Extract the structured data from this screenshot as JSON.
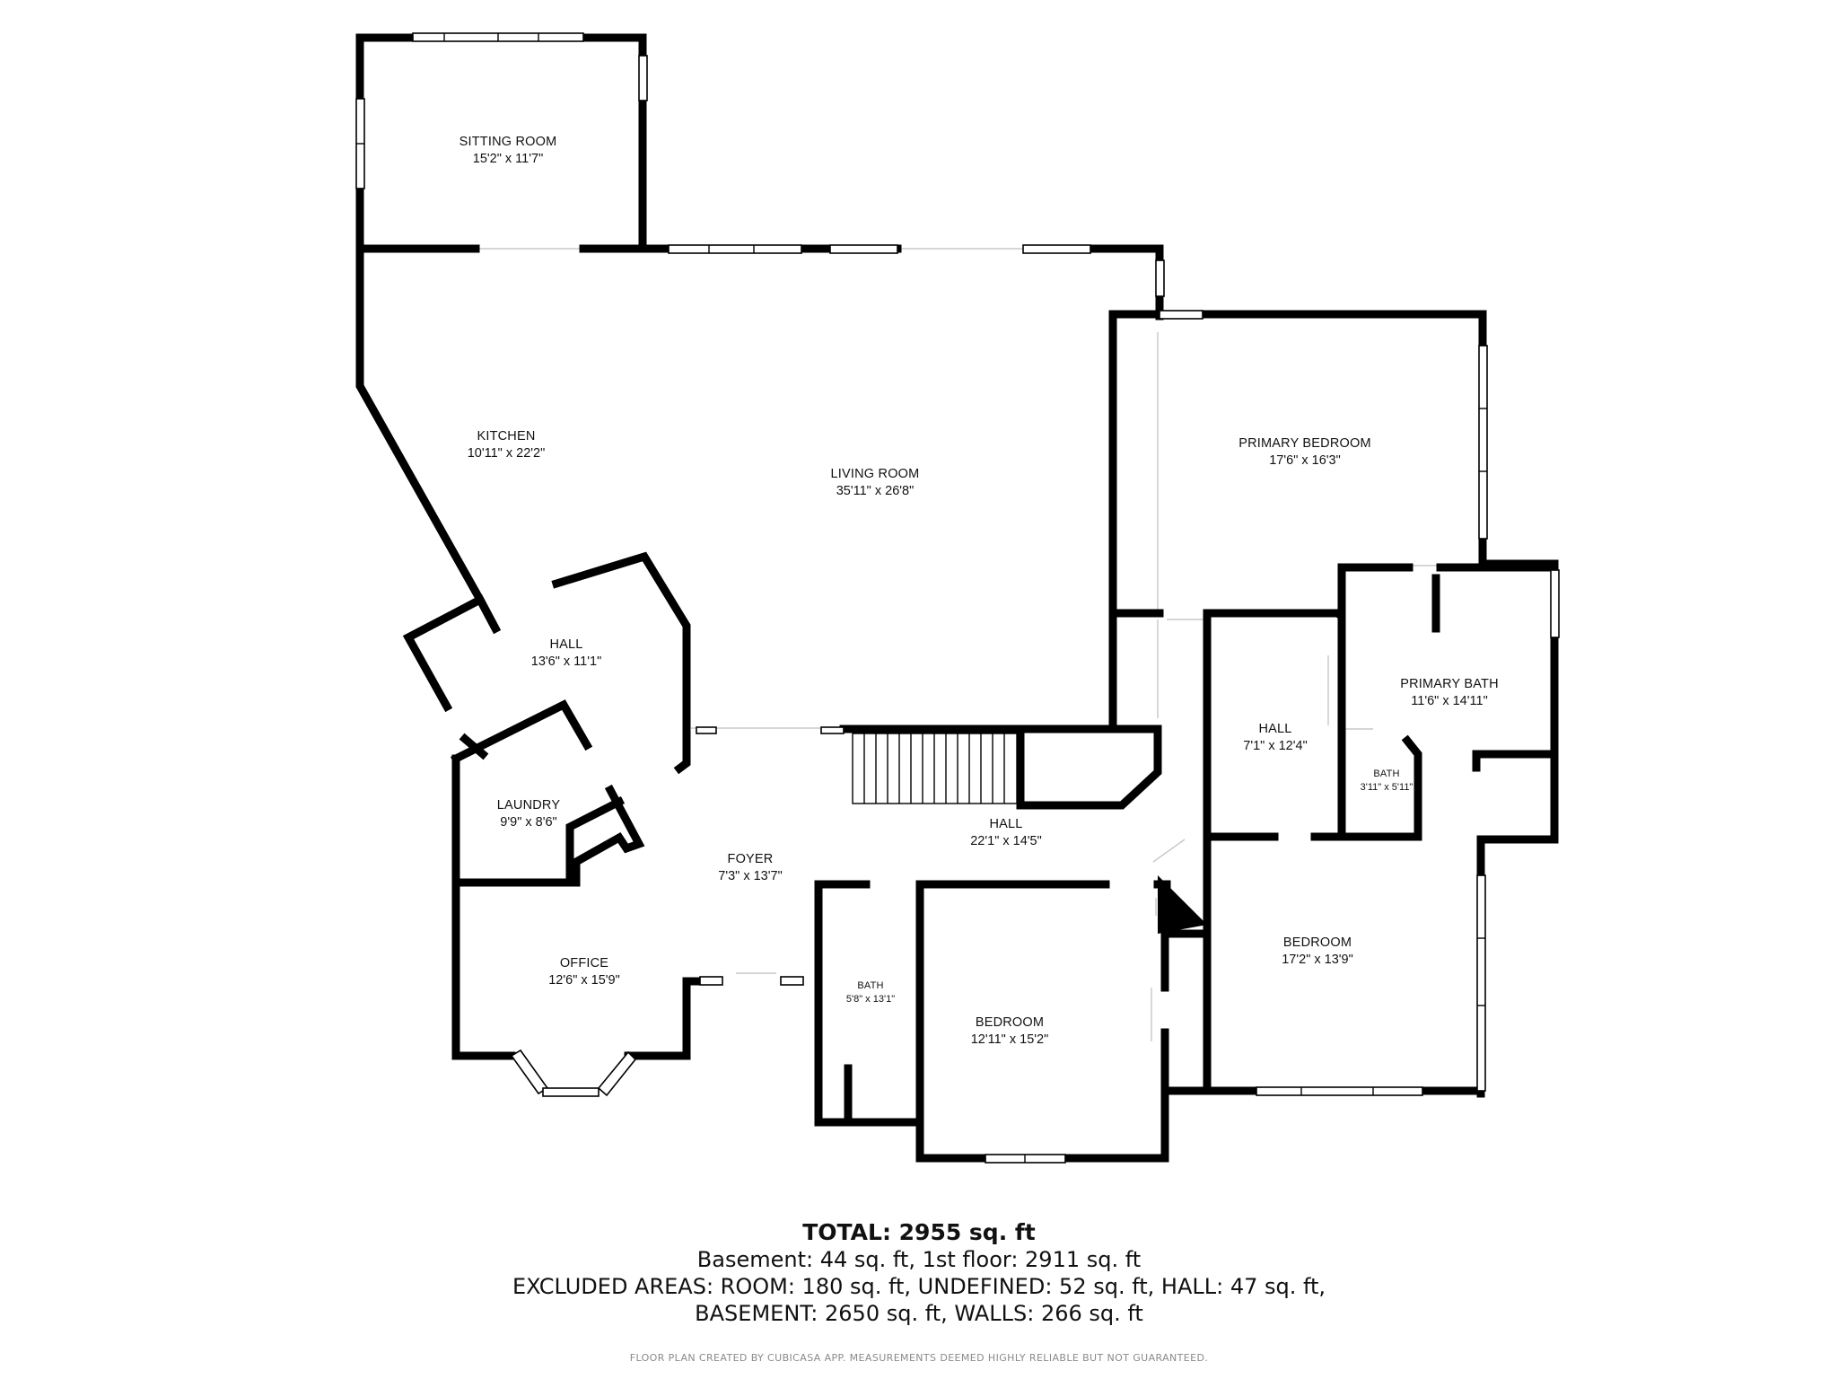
{
  "rooms": {
    "sitting_room": {
      "name": "SITTING ROOM",
      "dims": "15'2\" x 11'7\""
    },
    "kitchen": {
      "name": "KITCHEN",
      "dims": "10'11\" x 22'2\""
    },
    "living_room": {
      "name": "LIVING ROOM",
      "dims": "35'11\" x 26'8\""
    },
    "primary_bedroom": {
      "name": "PRIMARY BEDROOM",
      "dims": "17'6\" x 16'3\""
    },
    "hall_west": {
      "name": "HALL",
      "dims": "13'6\" x 11'1\""
    },
    "laundry": {
      "name": "LAUNDRY",
      "dims": "9'9\" x 8'6\""
    },
    "foyer": {
      "name": "FOYER",
      "dims": "7'3\" x 13'7\""
    },
    "hall_center": {
      "name": "HALL",
      "dims": "22'1\" x 14'5\""
    },
    "hall_east": {
      "name": "HALL",
      "dims": "7'1\" x 12'4\""
    },
    "primary_bath": {
      "name": "PRIMARY BATH",
      "dims": "11'6\" x 14'11\""
    },
    "bath_small": {
      "name": "BATH",
      "dims": "3'11\" x 5'11\""
    },
    "office": {
      "name": "OFFICE",
      "dims": "12'6\" x 15'9\""
    },
    "bath": {
      "name": "BATH",
      "dims": "5'8\" x 13'1\""
    },
    "bedroom_south": {
      "name": "BEDROOM",
      "dims": "12'11\" x 15'2\""
    },
    "bedroom_east": {
      "name": "BEDROOM",
      "dims": "17'2\" x 13'9\""
    }
  },
  "summary": {
    "total": "TOTAL: 2955 sq. ft",
    "line1": "Basement: 44 sq. ft, 1st floor: 2911 sq. ft",
    "line2": "EXCLUDED AREAS: ROOM: 180 sq. ft, UNDEFINED: 52 sq. ft, HALL: 47 sq. ft,",
    "line3": "BASEMENT: 2650 sq. ft, WALLS: 266 sq. ft"
  },
  "credit": "FLOOR PLAN CREATED BY CUBICASA APP. MEASUREMENTS DEEMED HIGHLY RELIABLE BUT NOT GUARANTEED."
}
